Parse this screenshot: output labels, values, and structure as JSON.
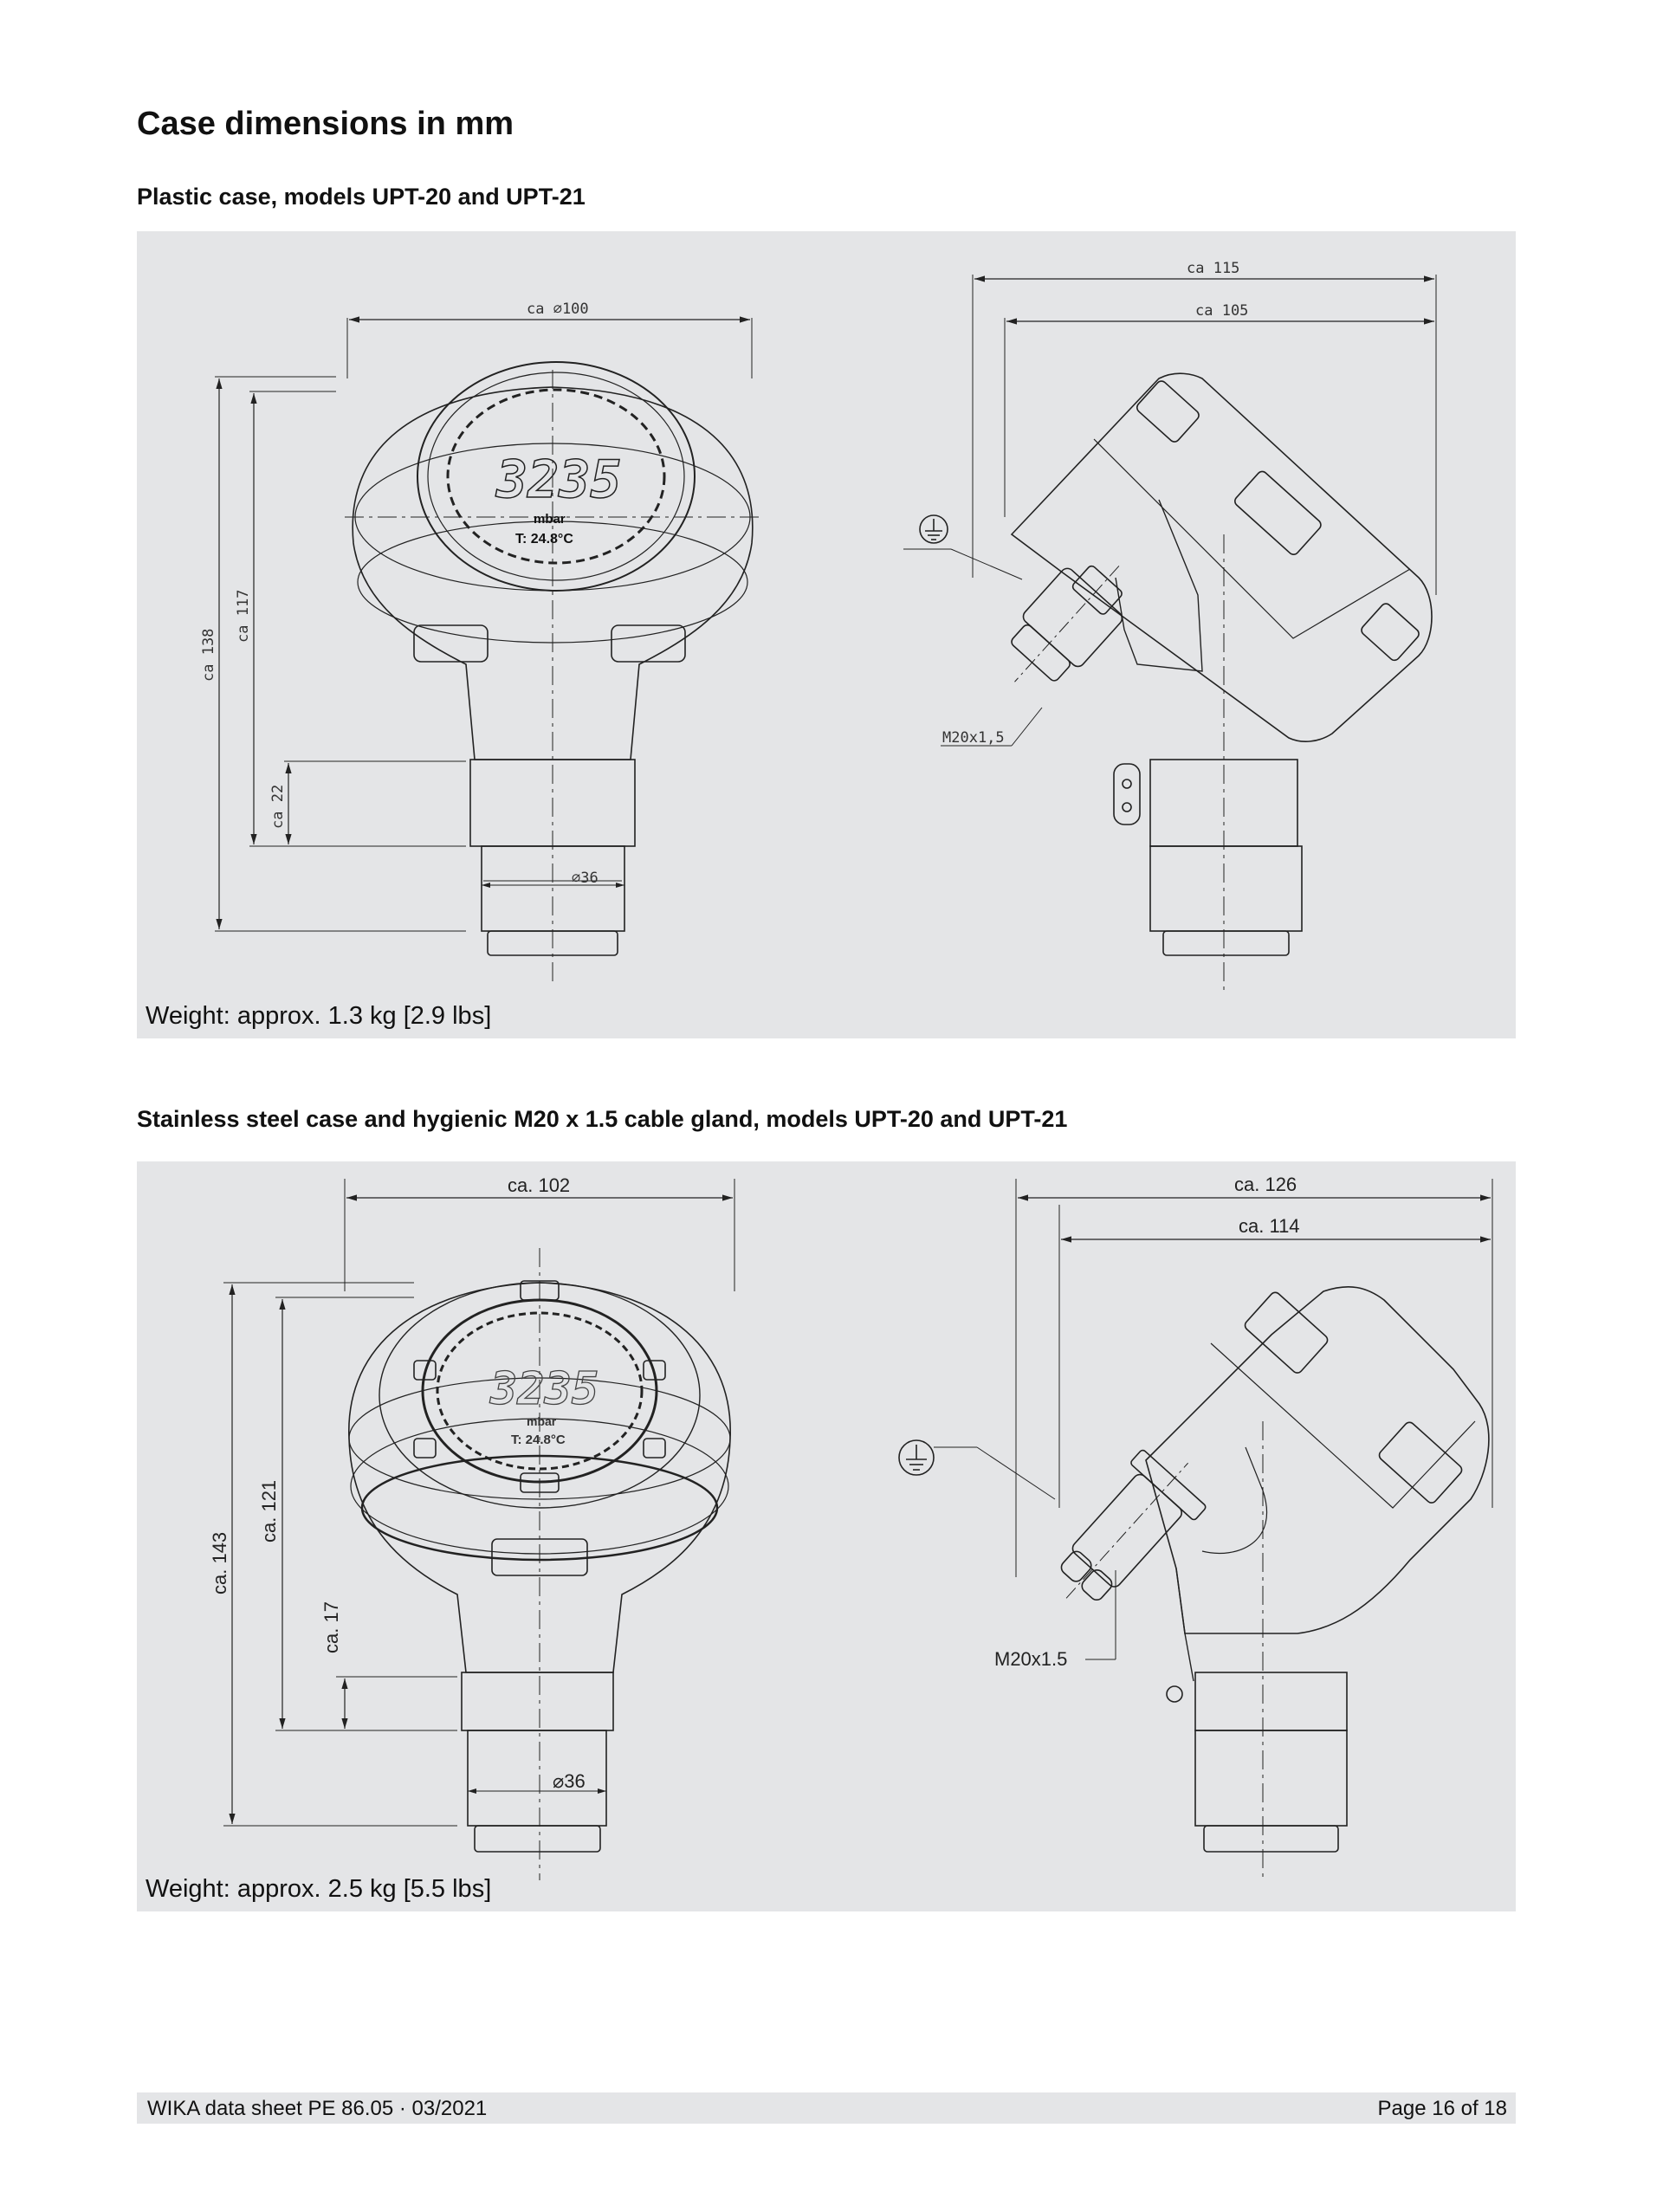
{
  "page": {
    "title": "Case dimensions in mm"
  },
  "section1": {
    "title": "Plastic case, models UPT-20 and UPT-21",
    "weight": "Weight: approx. 1.3 kg [2.9 lbs]",
    "front": {
      "dim_width": "ca  ⌀100",
      "dim_height_total": "ca 138",
      "dim_height_case": "ca 117",
      "dim_neck": "ca 22",
      "dim_diameter": "⌀36",
      "display_value": "3235",
      "display_unit": "mbar",
      "display_temp": "T:  24.8°C"
    },
    "side": {
      "dim_outer": "ca  115",
      "dim_inner": "ca  105",
      "thread": "M20x1,5"
    }
  },
  "section2": {
    "title": "Stainless steel case and hygienic M20 x 1.5 cable gland, models UPT-20 and UPT-21",
    "weight": "Weight: approx. 2.5 kg [5.5 lbs]",
    "front": {
      "dim_width": "ca. 102",
      "dim_height_total": "ca. 143",
      "dim_height_case": "ca. 121",
      "dim_neck": "ca. 17",
      "dim_diameter": "⌀36",
      "display_value": "3235",
      "display_unit": "mbar",
      "display_temp": "T:  24.8°C"
    },
    "side": {
      "dim_outer": "ca. 126",
      "dim_inner": "ca. 114",
      "thread": "M20x1.5"
    }
  },
  "footer": {
    "left": "WIKA data sheet PE 86.05  ·  03/2021",
    "right": "Page 16 of 18"
  },
  "icons": [
    "ground-symbol-icon"
  ]
}
